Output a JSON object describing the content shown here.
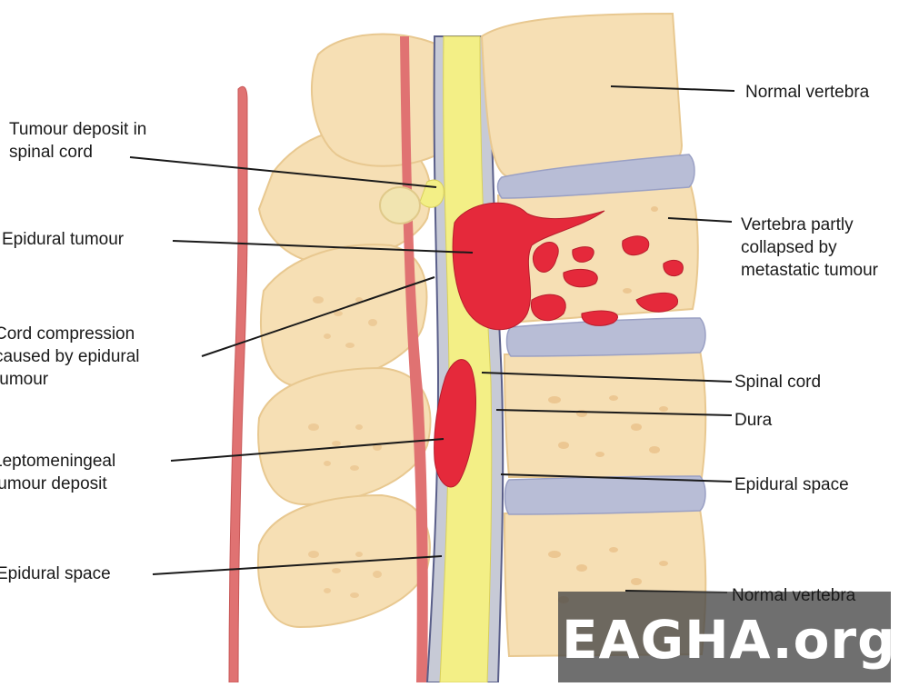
{
  "labels": {
    "normal_vertebra_top": "Normal vertebra",
    "tumour_deposit_spinal_cord": "Tumour deposit in\nspinal cord",
    "epidural_tumour": "Epidural tumour",
    "cord_compression": "Cord compression\ncaused by epidural\ntumour",
    "leptomeningeal": "Leptomeningeal\ntumour deposit",
    "epidural_space_left": "Epidural space",
    "vertebra_collapsed": "Vertebra partly\ncollapsed by\nmetastatic tumour",
    "spinal_cord": "Spinal cord",
    "dura": "Dura",
    "epidural_space_right": "Epidural space",
    "normal_vertebra_bottom": "Normal vertebra"
  },
  "watermark": "EAGHA.org",
  "colors": {
    "bone": "#f6dfb4",
    "bone_outline": "#e8c890",
    "bone_spots": "#ecc792",
    "disc": "#b8bdd6",
    "spinal_cord": "#f3ef86",
    "dura_line": "#5a5f8a",
    "tumour": "#e5293b",
    "vessel": "#e07272",
    "watermark_bg": "#464646"
  }
}
